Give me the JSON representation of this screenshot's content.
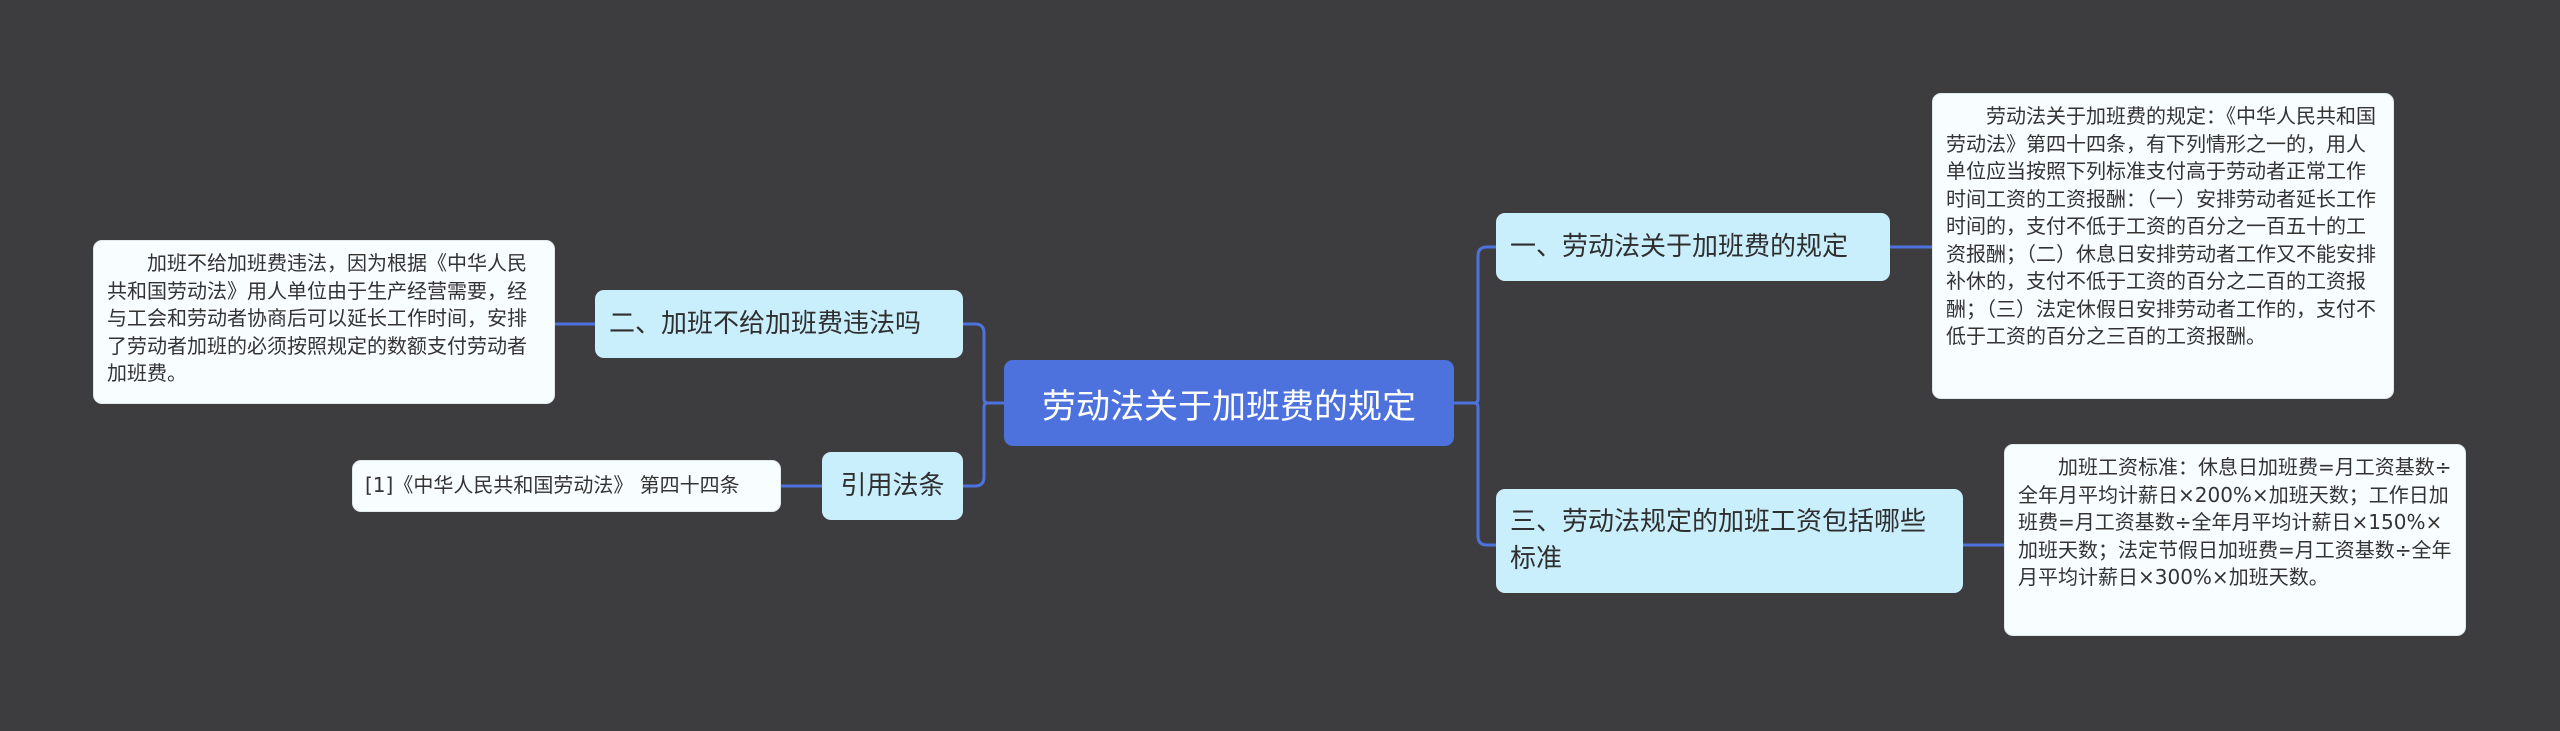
{
  "root": {
    "label": "劳动法关于加班费的规定"
  },
  "branches": {
    "b1": {
      "label": "一、劳动法关于加班费的规定",
      "detail": "劳动法关于加班费的规定：《中华人民共和国劳动法》第四十四条，有下列情形之一的，用人单位应当按照下列标准支付高于劳动者正常工作时间工资的工资报酬：（一）安排劳动者延长工作时间的，支付不低于工资的百分之一百五十的工资报酬；（二）休息日安排劳动者工作又不能安排补休的，支付不低于工资的百分之二百的工资报酬；（三）法定休假日安排劳动者工作的，支付不低于工资的百分之三百的工资报酬。"
    },
    "b2": {
      "label": "二、加班不给加班费违法吗",
      "detail": "加班不给加班费违法，因为根据《中华人民共和国劳动法》用人单位由于生产经营需要，经与工会和劳动者协商后可以延长工作时间，安排了劳动者加班的必须按照规定的数额支付劳动者加班费。"
    },
    "b3": {
      "label": "三、劳动法规定的加班工资包括哪些标准",
      "detail": "加班工资标准：休息日加班费=月工资基数÷全年月平均计薪日×200%×加班天数；工作日加班费=月工资基数÷全年月平均计薪日×150%×加班天数；法定节假日加班费=月工资基数÷全年月平均计薪日×300%×加班天数。"
    },
    "b4": {
      "label": "引用法条",
      "detail": "[1]《中华人民共和国劳动法》 第四十四条"
    }
  },
  "colors": {
    "background": "#3d3c3e",
    "root": "#4d72dd",
    "branch": "#c9eefc",
    "leaf": "#f8fdff",
    "connector": "#4d72dd"
  }
}
